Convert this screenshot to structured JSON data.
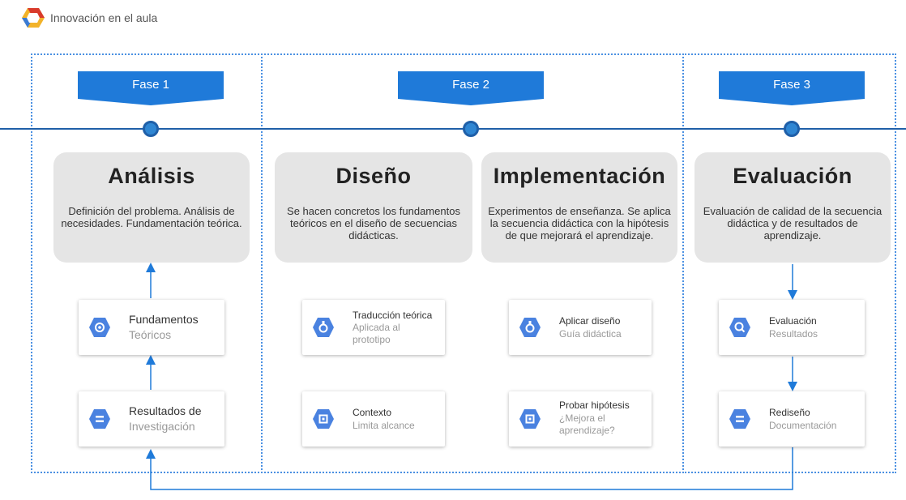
{
  "app": {
    "title": "Innovación en el aula",
    "logo_icon": "hexagon-logo-icon"
  },
  "colors": {
    "accent": "#1f7ad9",
    "node": "#2f86d3",
    "line": "#1f5fa8",
    "stage_bg": "#e5e5e5",
    "dotted_border": "#4a90e2"
  },
  "phases": [
    {
      "label": "Fase 1"
    },
    {
      "label": "Fase 2"
    },
    {
      "label": "Fase 3"
    }
  ],
  "stages": [
    {
      "title": "Análisis",
      "description": "Definición del problema. Análisis de necesidades. Fundamentación teórica."
    },
    {
      "title": "Diseño",
      "description": "Se hacen concretos los fundamentos teóricos en el diseño de secuencias didácticas."
    },
    {
      "title": "Implementación",
      "description": "Experimentos de enseñanza. Se aplica la secuencia didáctica con la hipótesis de que mejorará el aprendizaje."
    },
    {
      "title": "Evaluación",
      "description": "Evaluación de calidad de la secuencia didáctica y de resultados de aprendizaje."
    }
  ],
  "cards": [
    {
      "title": "Fundamentos",
      "subtitle": "Teóricos",
      "icon": "gear-icon"
    },
    {
      "title": "Resultados de",
      "subtitle": "Investigación",
      "icon": "equals-icon"
    },
    {
      "title": "Traducción teórica",
      "subtitle": "Aplicada al",
      "subtitle2": "prototipo",
      "icon": "flask-icon"
    },
    {
      "title": "Contexto",
      "subtitle": "Limita alcance",
      "icon": "chip-icon"
    },
    {
      "title": "Aplicar diseño",
      "subtitle": "Guía didáctica",
      "icon": "flask-icon"
    },
    {
      "title": "Probar hipótesis",
      "subtitle": "¿Mejora el",
      "subtitle2": "aprendizaje?",
      "icon": "chip-icon"
    },
    {
      "title": "Evaluación",
      "subtitle": "Resultados",
      "icon": "search-icon"
    },
    {
      "title": "Rediseño",
      "subtitle": "Documentación",
      "icon": "equals-icon"
    }
  ]
}
